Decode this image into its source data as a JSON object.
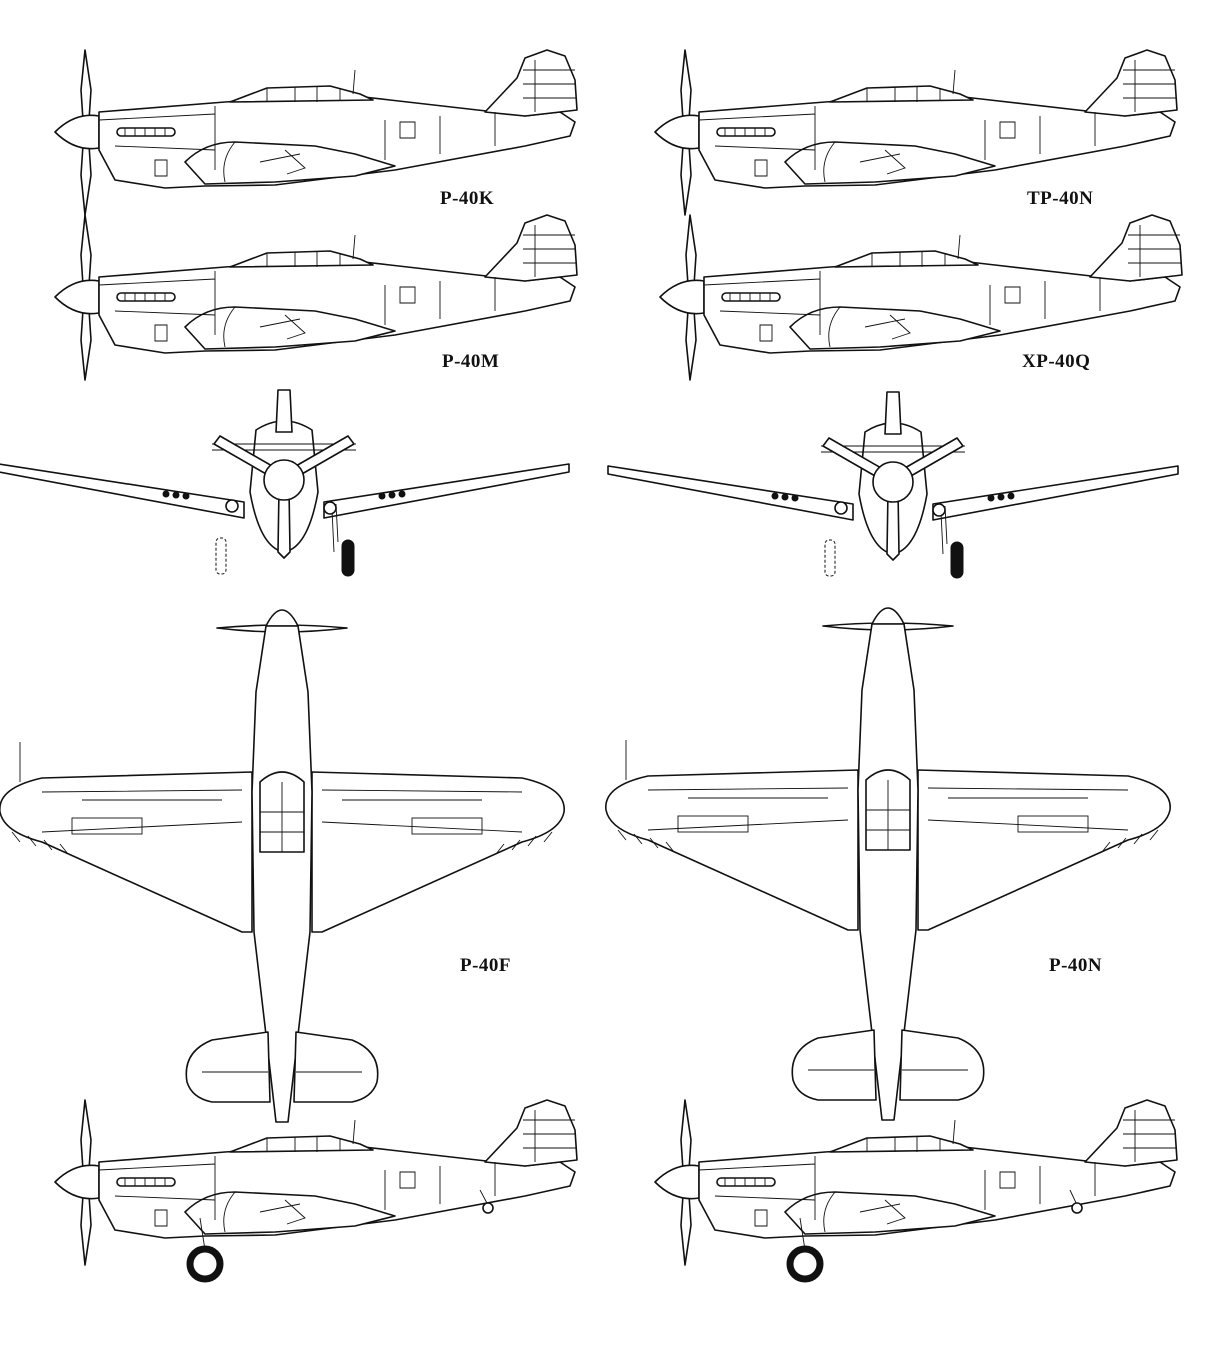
{
  "labels": {
    "p40k": "P-40K",
    "tp40n": "TP-40N",
    "p40m": "P-40M",
    "xp40q": "XP-40Q",
    "p40f": "P-40F",
    "p40n": "P-40N"
  },
  "colors": {
    "ink": "#111111",
    "paper": "#ffffff"
  }
}
